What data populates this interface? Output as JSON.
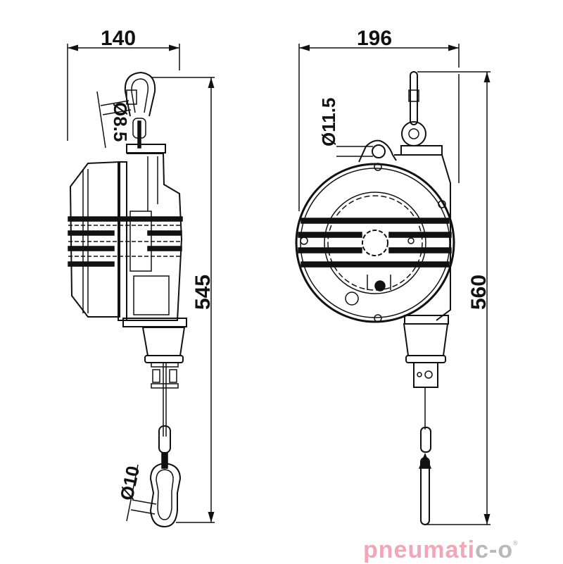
{
  "drawing": {
    "subject": "spring balancer dimensional drawing",
    "side_view": {
      "width_dim": "140",
      "height_dim": "545",
      "top_hook_diameter": "Ø8.5",
      "bottom_hook_diameter": "Ø10"
    },
    "front_view": {
      "width_dim": "196",
      "height_dim": "560",
      "top_eye_diameter": "Ø11.5"
    },
    "units": "mm"
  },
  "brand": {
    "logo_main": "pneumati",
    "logo_tail": "c-o",
    "registered_mark": "®",
    "colors": {
      "main": "#f2a7b8",
      "tail": "#b9b9b9"
    }
  },
  "colors": {
    "line": "#111111",
    "background": "#ffffff"
  }
}
